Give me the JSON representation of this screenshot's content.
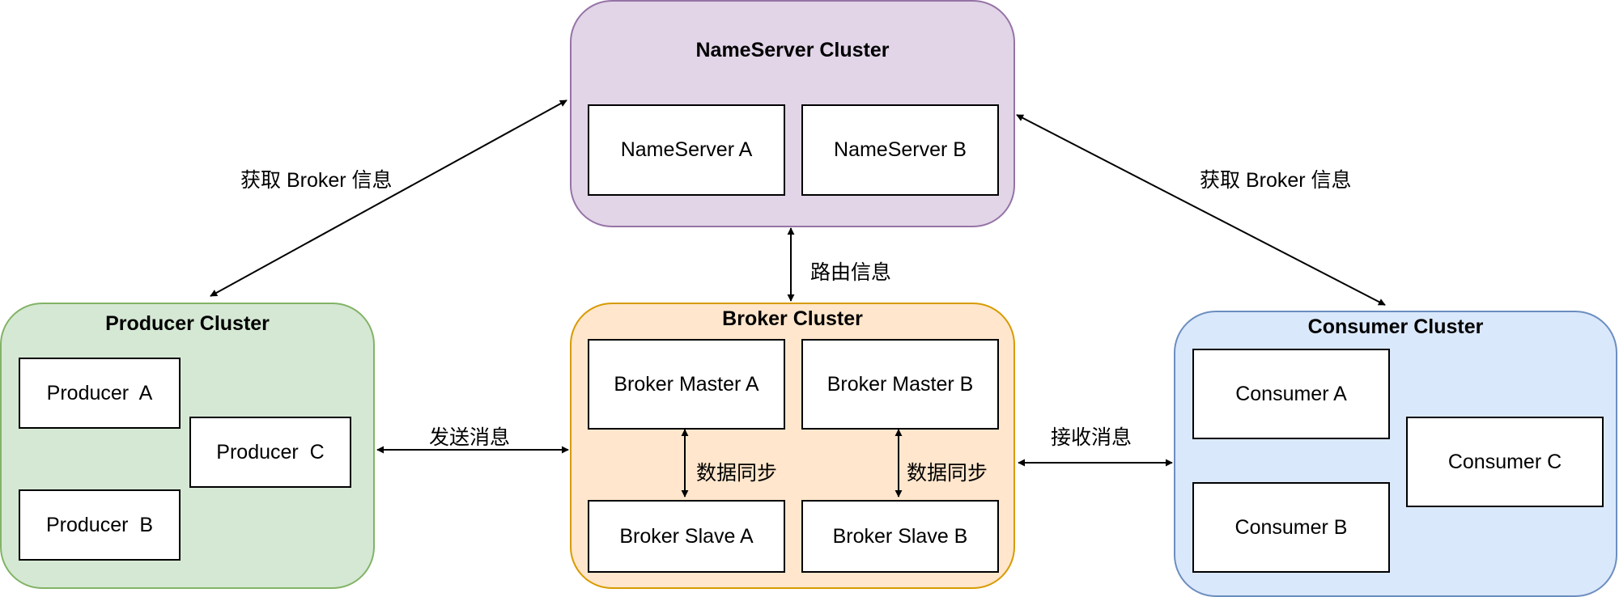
{
  "colors": {
    "nameserver_fill": "#e1d5e7",
    "nameserver_stroke": "#9673a6",
    "producer_fill": "#d5e8d4",
    "producer_stroke": "#82b366",
    "broker_fill": "#ffe6cc",
    "broker_stroke": "#d79b00",
    "consumer_fill": "#dae8fc",
    "consumer_stroke": "#6c8ebf",
    "edge": "#000000"
  },
  "nameserver_cluster": {
    "title": "NameServer Cluster",
    "nodes": [
      "NameServer A",
      "NameServer B"
    ]
  },
  "producer_cluster": {
    "title": "Producer Cluster",
    "nodes": [
      "Producer  A",
      "Producer  C",
      "Producer  B"
    ]
  },
  "broker_cluster": {
    "title": "Broker Cluster",
    "masters": [
      "Broker Master A",
      "Broker Master B"
    ],
    "slaves": [
      "Broker Slave A",
      "Broker Slave B"
    ]
  },
  "consumer_cluster": {
    "title": "Consumer Cluster",
    "nodes": [
      "Consumer A",
      "Consumer B",
      "Consumer C"
    ]
  },
  "edge_labels": {
    "producer_nameserver": "获取 Broker 信息",
    "consumer_nameserver": "获取 Broker 信息",
    "route_info": "路由信息",
    "send_message": "发送消息",
    "receive_message": "接收消息",
    "sync_a": "数据同步",
    "sync_b": "数据同步"
  }
}
